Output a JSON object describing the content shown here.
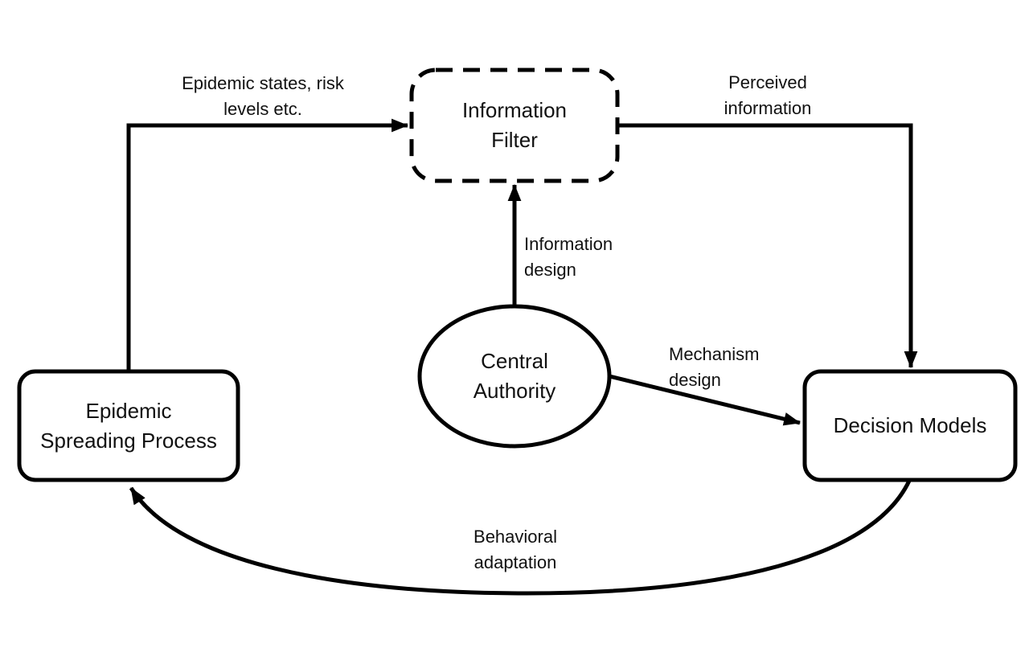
{
  "diagram": {
    "colors": {
      "background": "#ffffff",
      "stroke": "#000000",
      "text": "#111111"
    },
    "nodes": {
      "information_filter": {
        "label": "Information\nFilter",
        "shape": "dashed-rounded-rect"
      },
      "epidemic_spreading_process": {
        "label": "Epidemic\nSpreading Process",
        "shape": "rounded-rect"
      },
      "decision_models": {
        "label": "Decision Models",
        "shape": "rounded-rect"
      },
      "central_authority": {
        "label": "Central\nAuthority",
        "shape": "ellipse"
      }
    },
    "edges": {
      "epidemic_to_filter": {
        "label": "Epidemic states, risk\nlevels etc."
      },
      "filter_to_decision": {
        "label": "Perceived\ninformation"
      },
      "authority_to_filter": {
        "label": "Information\ndesign"
      },
      "authority_to_decision": {
        "label": "Mechanism\ndesign"
      },
      "decision_to_epidemic": {
        "label": "Behavioral\nadaptation"
      }
    }
  }
}
